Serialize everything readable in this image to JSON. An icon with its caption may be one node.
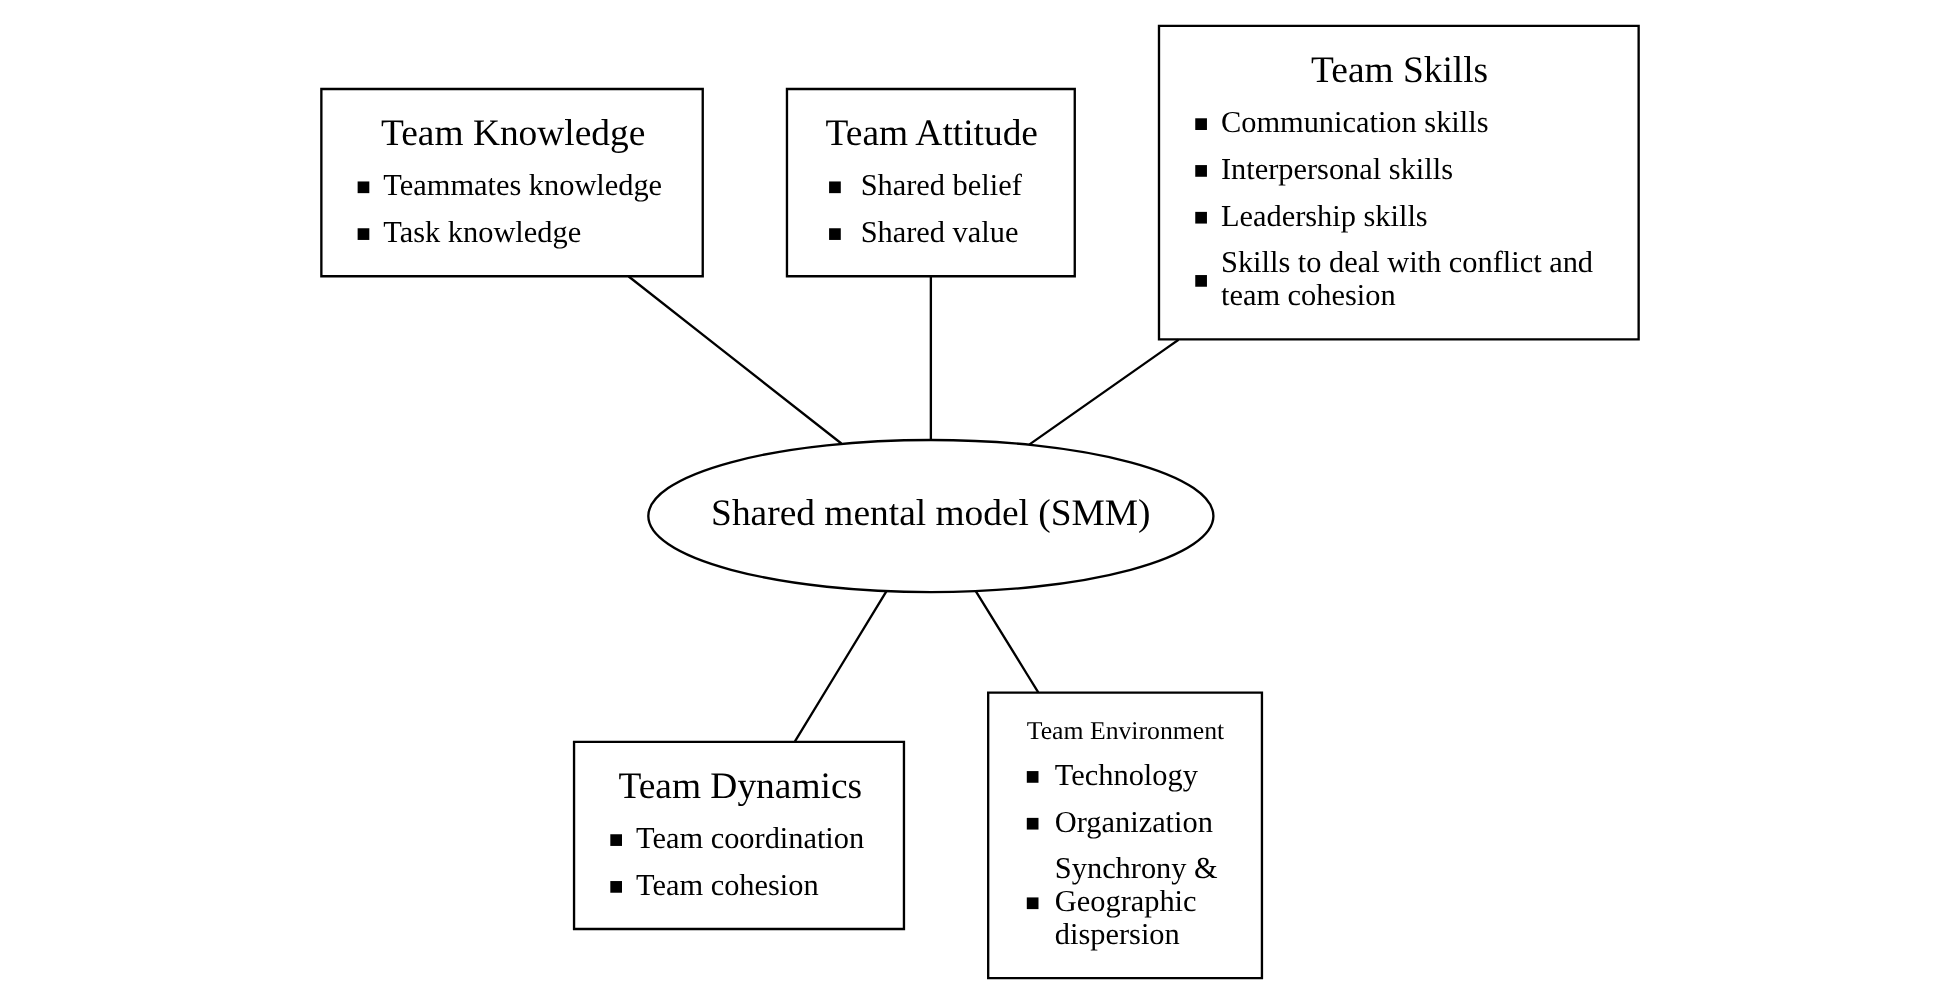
{
  "diagram": {
    "nodes": [
      {
        "text": [
          "Team Knowledge",
          "Teammates knowledge",
          "Task knowledge"
        ]
      },
      {
        "text": [
          "Team Attitude",
          "Shared belief",
          "Shared value"
        ]
      },
      {
        "text": [
          "Team Skills",
          "Communication skills",
          "Interpersonal skills",
          "Leadership skills",
          "Skills to deal with conflict and team cohesion"
        ]
      },
      {
        "text": [
          "Shared mental model (SMM)"
        ]
      },
      {
        "text": [
          "Team Dynamics",
          "Team coordination",
          "Team cohesion"
        ]
      },
      {
        "text": [
          "Team Environment",
          "Technology",
          "Organization",
          "Synchrony & Geographic dispersion"
        ]
      }
    ],
    "edges": [
      {
        "from": 0,
        "to": 3,
        "arrow": "none"
      },
      {
        "from": 1,
        "to": 3,
        "arrow": "none"
      },
      {
        "from": 2,
        "to": 3,
        "arrow": "none"
      },
      {
        "from": 3,
        "to": 4,
        "arrow": "none"
      },
      {
        "from": 3,
        "to": 5,
        "arrow": "none"
      }
    ]
  }
}
